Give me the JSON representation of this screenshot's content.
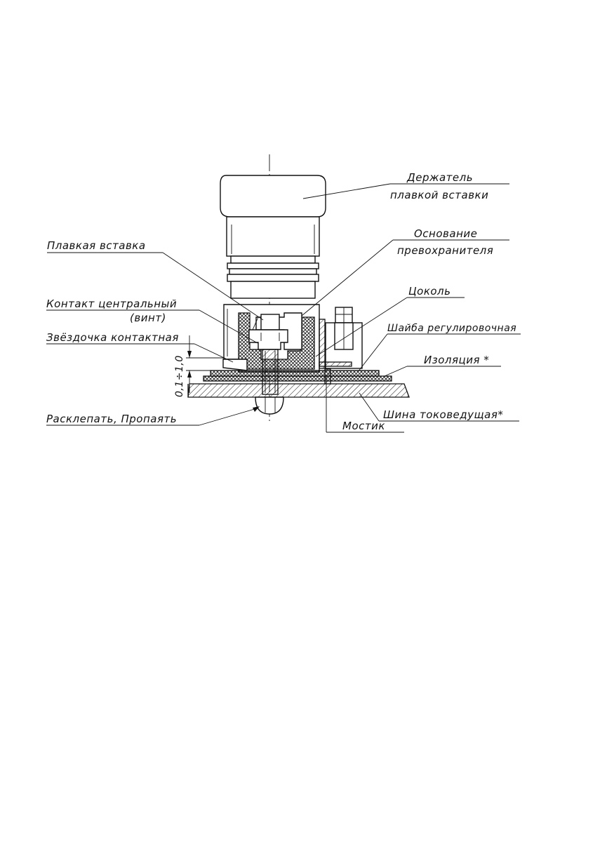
{
  "labels": {
    "holder_1": "Держатель",
    "holder_2": "плавкой вставки",
    "fuse_insert": "Плавкая вставка",
    "base_1": "Основание",
    "base_2": "превохранителя",
    "socket": "Цоколь",
    "contact_1": "Контакт центральный",
    "contact_2": "(винт)",
    "star": "Звёздочка контактная",
    "washer": "Шайба регулировочная",
    "insulation": "Изоляция *",
    "rivet": "Расклепать, Пропаять",
    "bus": "Шина токоведущая*",
    "bridge": "Мостик",
    "dimension": "0,1÷1,0"
  },
  "colors": {
    "ink": "#111111",
    "paper": "#ffffff"
  }
}
